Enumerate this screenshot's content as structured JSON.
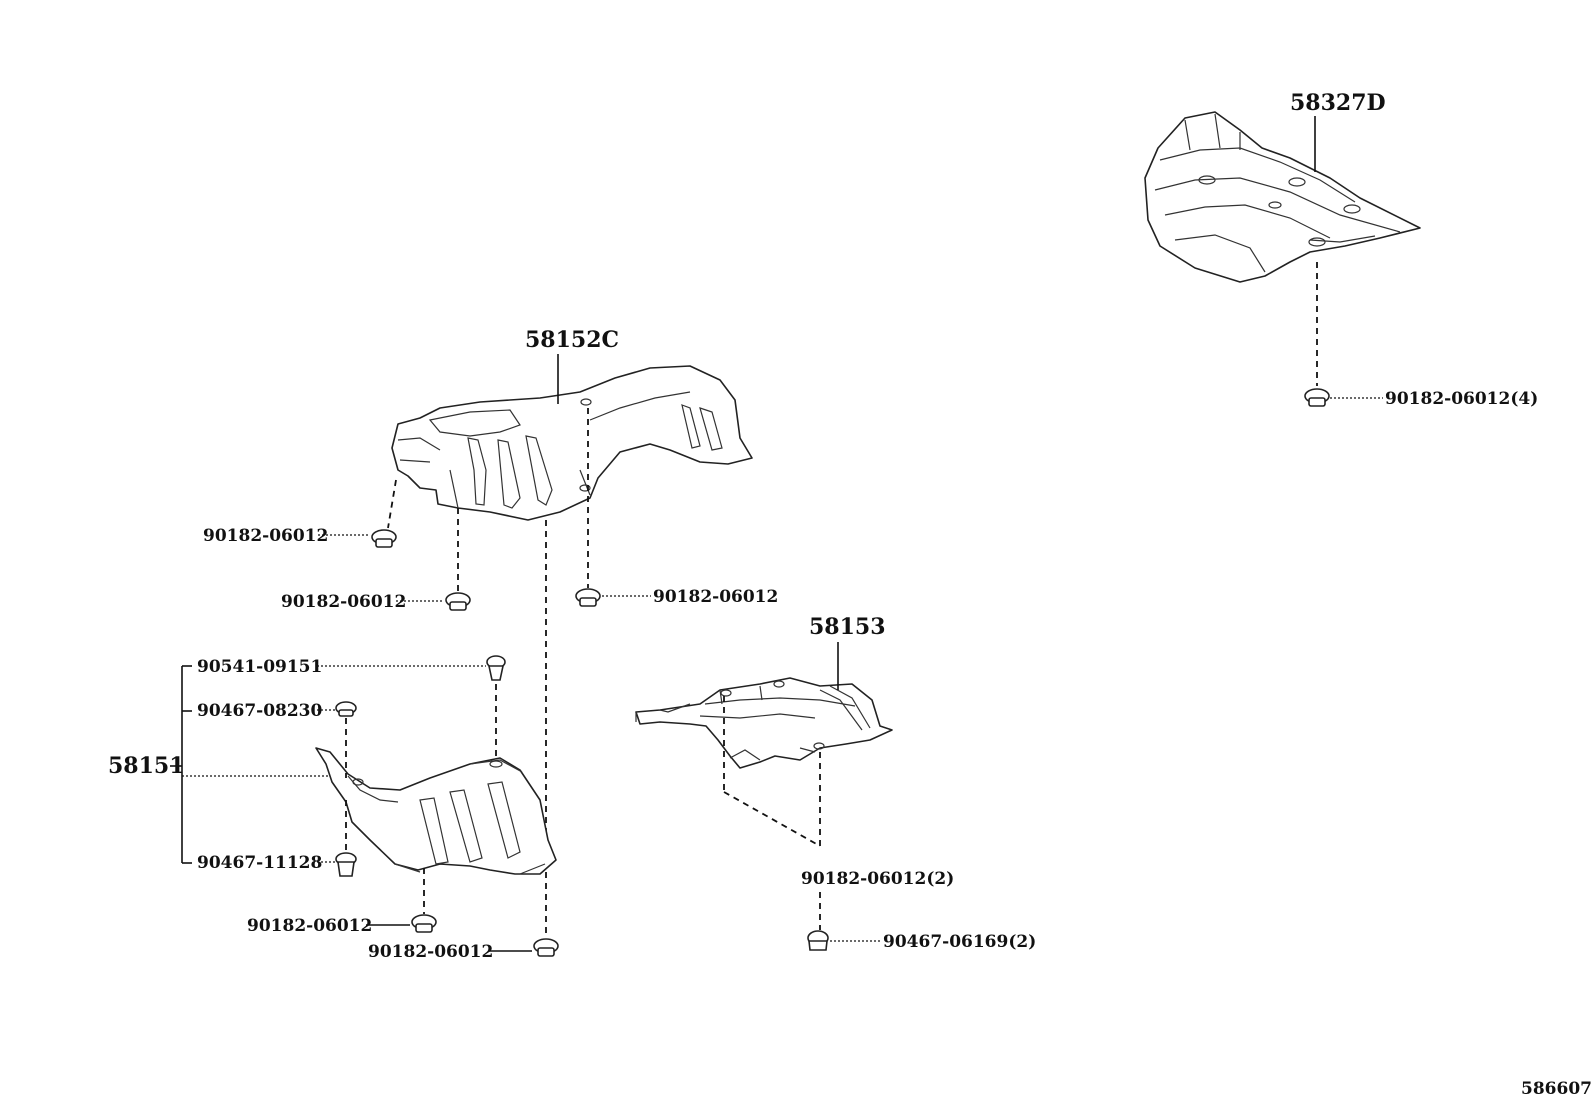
{
  "diagram_id": "586607",
  "parts": {
    "p58327D": "58327D",
    "p58152C": "58152C",
    "p58153": "58153",
    "p58151": "58151"
  },
  "fasteners": {
    "f_58327d": "90182-06012(4)",
    "f_152c_left": "90182-06012",
    "f_152c_mid": "90182-06012",
    "f_152c_right": "90182-06012",
    "f_151_top": "90541-09151",
    "f_151_clip1": "90467-08230",
    "f_151_clip2": "90467-11128",
    "f_151_bolt1": "90182-06012",
    "f_151_bolt2": "90182-06012",
    "f_153_bolt": "90182-06012(2)",
    "f_153_clip": "90467-06169(2)"
  }
}
